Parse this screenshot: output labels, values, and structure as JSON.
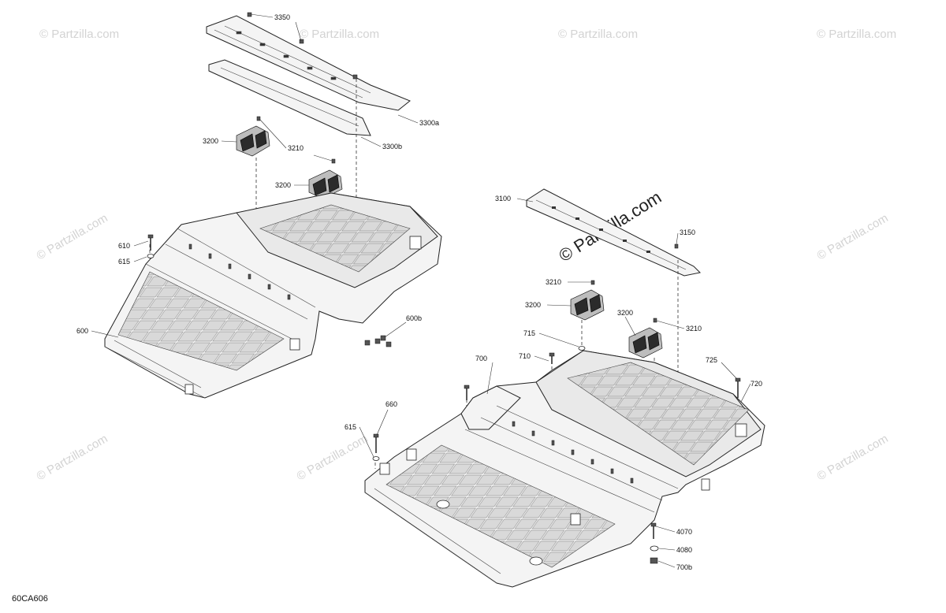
{
  "watermark": "© Partzilla.com",
  "diagram_code": "60CA606",
  "callouts": {
    "c3350": "3350",
    "c3300a": "3300a",
    "c3300b": "3300b",
    "c3200a": "3200",
    "c3210a": "3210",
    "c3200b": "3200",
    "c610": "610",
    "c615a": "615",
    "c600": "600",
    "c600b": "600b",
    "c3100": "3100",
    "c3150": "3150",
    "c3210b": "3210",
    "c3200c": "3200",
    "c3200d": "3200",
    "c3210c": "3210",
    "c715": "715",
    "c710": "710",
    "c700": "700",
    "c725": "725",
    "c720": "720",
    "c660": "660",
    "c615b": "615",
    "c4070": "4070",
    "c4080": "4080",
    "c700b": "700b"
  }
}
